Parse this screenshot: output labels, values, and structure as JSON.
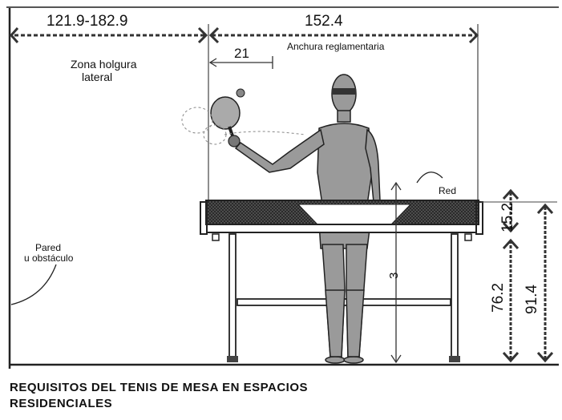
{
  "dimensions": {
    "clearance_width": "121.9-182.9",
    "regulation_width": "152.4",
    "arm_offset": "21",
    "net_height": "15.2",
    "table_height": "76.2",
    "net_top_height": "91.4",
    "player_height_mark": "3"
  },
  "labels": {
    "clearance_zone": [
      "Zona holgura",
      "lateral"
    ],
    "regulation_width": "Anchura reglamentaria",
    "net": "Red",
    "wall": [
      "Pared",
      "u obstáculo"
    ]
  },
  "caption": {
    "line1": "REQUISITOS DEL TENIS DE MESA EN ESPACIOS",
    "line2": "RESIDENCIALES"
  }
}
